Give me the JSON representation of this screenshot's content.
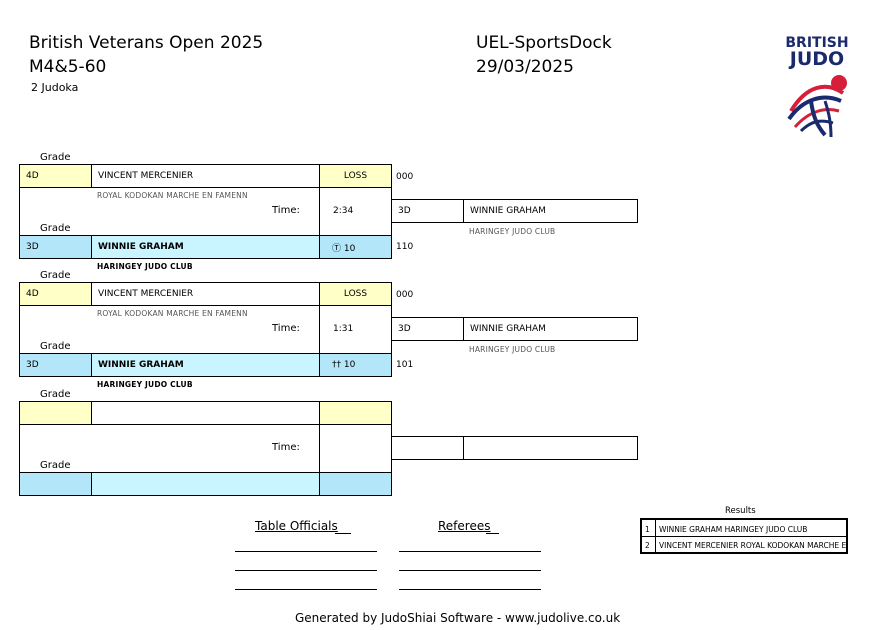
{
  "header": {
    "event_title": "British Veterans Open 2025",
    "category": "M4&5-60",
    "count": "2 Judoka",
    "venue": "UEL-SportsDock",
    "date": "29/03/2025",
    "logo_line1": "BRITISH",
    "logo_line2": "JUDO"
  },
  "labels": {
    "grade": "Grade",
    "time": "Time:"
  },
  "matches": [
    {
      "white": {
        "grade": "4D",
        "name": "VINCENT MERCENIER",
        "club": "ROYAL KODOKAN MARCHE EN FAMENN",
        "status": "LOSS",
        "score": "000"
      },
      "blue": {
        "grade": "3D",
        "name": "WINNIE GRAHAM",
        "club": "HARINGEY JUDO CLUB",
        "status": "Ⓣ 10",
        "score": "110"
      },
      "time": "2:34",
      "winner": {
        "grade": "3D",
        "name": "WINNIE GRAHAM",
        "club": "HARINGEY JUDO CLUB"
      }
    },
    {
      "white": {
        "grade": "4D",
        "name": "VINCENT MERCENIER",
        "club": "ROYAL KODOKAN MARCHE EN FAMENN",
        "status": "LOSS",
        "score": "000"
      },
      "blue": {
        "grade": "3D",
        "name": "WINNIE GRAHAM",
        "club": "HARINGEY JUDO CLUB",
        "status": "†† 10",
        "score": "101"
      },
      "time": "1:31",
      "winner": {
        "grade": "3D",
        "name": "WINNIE GRAHAM",
        "club": "HARINGEY JUDO CLUB"
      }
    }
  ],
  "officials": {
    "table_officials": "Table Officials",
    "referees": "Referees"
  },
  "results": {
    "title": "Results",
    "rows": [
      {
        "rank": "1",
        "text": "WINNIE GRAHAM HARINGEY JUDO CLUB"
      },
      {
        "rank": "2",
        "text": "VINCENT MERCENIER ROYAL KODOKAN MARCHE EN FAMENN"
      }
    ]
  },
  "footer": "Generated by JudoShiai Software - www.judolive.co.uk",
  "colors": {
    "white_row": "#ffffc8",
    "blue_row": "#b4e6fa",
    "blue_name": "#c8f5ff"
  },
  "logo_icon": "british-judo-logo"
}
